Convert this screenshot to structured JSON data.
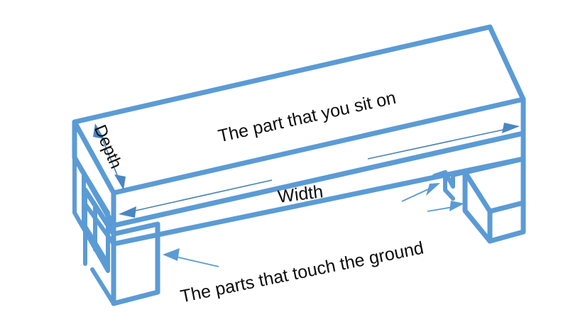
{
  "diagram": {
    "title": "Bench parts and dimensions diagram",
    "subject": "bench",
    "line_color": "#5B9BD5",
    "text_color": "#0D0D0D",
    "background_color": "#FFFFFF",
    "labels": {
      "seat": "The part that you sit on",
      "width": "Width",
      "depth": "Depth",
      "legs": "The parts that touch the ground"
    },
    "annotations": [
      {
        "name": "seat-callout",
        "text": "The part that you sit on",
        "kind": "text-label",
        "rotation_deg": -12.5,
        "points_at": "bench-seat-top-face"
      },
      {
        "name": "width-dimension",
        "text": "Width",
        "kind": "double-headed-dimension-arrow",
        "rotation_deg": -7,
        "measures": "bench-front-apron-horizontal-span"
      },
      {
        "name": "depth-dimension",
        "text": "Depth",
        "kind": "double-headed-dimension-arrow",
        "rotation_deg": 67,
        "measures": "bench-seat-front-to-back-span"
      },
      {
        "name": "legs-callout",
        "text": "The parts that touch the ground",
        "kind": "text-label-with-leader-arrows",
        "rotation_deg": -11.5,
        "leader_arrow_count": 3,
        "points_at": "bench-legs"
      }
    ],
    "parts": [
      {
        "name": "seat-top-face",
        "label": "The part that you sit on"
      },
      {
        "name": "front-apron",
        "label": "Width"
      },
      {
        "name": "left-leg",
        "label": "The parts that touch the ground"
      },
      {
        "name": "right-leg",
        "label": "The parts that touch the ground"
      }
    ]
  }
}
